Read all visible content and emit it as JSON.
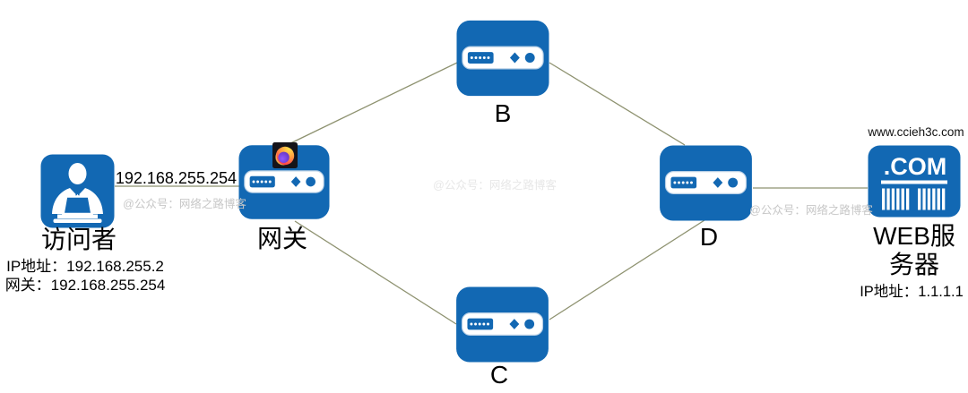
{
  "watermark": {
    "text": "@公众号：网络之路博客"
  },
  "nodes": {
    "visitor": {
      "label": "访问者",
      "details": [
        "IP地址：192.168.255.2",
        "网关：192.168.255.254"
      ]
    },
    "gateway": {
      "label": "网关"
    },
    "b": {
      "label": "B"
    },
    "c": {
      "label": "C"
    },
    "d": {
      "label": "D"
    },
    "web": {
      "url": "www.ccieh3c.com",
      "label_lines": [
        "WEB服",
        "务器"
      ],
      "detail": "IP地址：1.1.1.1",
      "icon_text": ".COM"
    }
  },
  "edges": [
    {
      "from": "访问者",
      "to": "网关",
      "label": "192.168.255.254"
    },
    {
      "from": "网关",
      "to": "B"
    },
    {
      "from": "网关",
      "to": "C"
    },
    {
      "from": "B",
      "to": "D"
    },
    {
      "from": "C",
      "to": "D"
    },
    {
      "from": "D",
      "to": "WEB服务器"
    }
  ],
  "colors": {
    "node_blue": "#1268b3",
    "line": "#8e9270",
    "watermark_gray": "#c7c7c7",
    "watermark_faint": "#e7e7e7",
    "firefox_dark": "#15141a",
    "text": "#000000"
  }
}
